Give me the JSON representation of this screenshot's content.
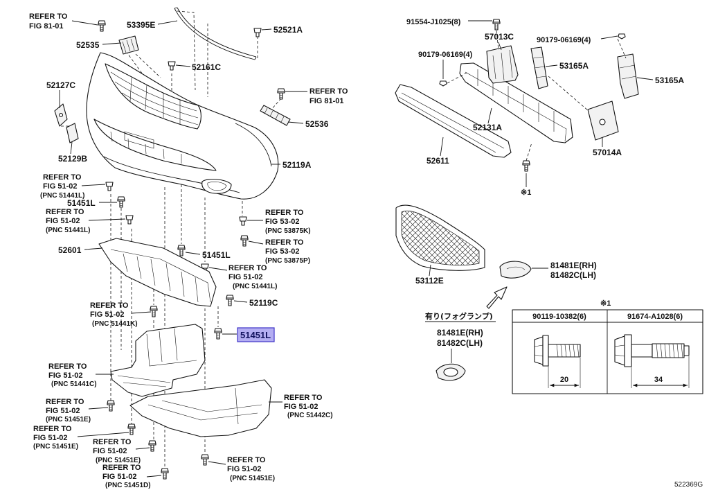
{
  "callouts": {
    "p53395E": "53395E",
    "p52521A": "52521A",
    "p52535": "52535",
    "p52161C": "52161C",
    "p52127C": "52127C",
    "p52536": "52536",
    "p52129B": "52129B",
    "p52119A": "52119A",
    "p51451L_upper": "51451L",
    "p52601": "52601",
    "p51451L_mid": "51451L",
    "p52119C": "52119C",
    "p51451L_selected": "51451L",
    "p91554J1025": "91554-J1025(8)",
    "p57013C": "57013C",
    "p90179_right": "90179-06169(4)",
    "p90179_left": "90179-06169(4)",
    "p53165A_mid": "53165A",
    "p53165A_right": "53165A",
    "p52131A": "52131A",
    "p52611": "52611",
    "p57014A": "57014A",
    "p53112E": "53112E",
    "p81481E": "81481E(RH)",
    "p81482C": "81482C(LH)"
  },
  "refer_notes": {
    "a": [
      "REFER TO",
      "FIG 81-01"
    ],
    "b": [
      "REFER TO",
      "FIG 81-01"
    ],
    "c": [
      "REFER TO",
      "FIG 51-02",
      "(PNC 51441L)"
    ],
    "d": [
      "REFER TO",
      "FIG 51-02",
      "(PNC 51441L)"
    ],
    "e": [
      "REFER TO",
      "FIG 53-02",
      "(PNC 53875K)"
    ],
    "f": [
      "REFER TO",
      "FIG 53-02",
      "(PNC 53875P)"
    ],
    "g": [
      "REFER TO",
      "FIG 51-02",
      "(PNC 51441L)"
    ],
    "h": [
      "REFER TO",
      "FIG 51-02",
      "(PNC 51441K)"
    ],
    "i": [
      "REFER TO",
      "FIG 51-02",
      "(PNC 51441C)"
    ],
    "j": [
      "REFER TO",
      "FIG 51-02",
      "(PNC 51442C)"
    ],
    "k": [
      "REFER TO",
      "FIG 51-02",
      "(PNC 51451E)"
    ],
    "l": [
      "REFER TO",
      "FIG 51-02",
      "(PNC 51451E)"
    ],
    "m": [
      "REFER TO",
      "FIG 51-02",
      "(PNC 51451E)"
    ],
    "n": [
      "REFER TO",
      "FIG 51-02",
      "(PNC 51451D)"
    ],
    "o": [
      "REFER TO",
      "FIG 51-02",
      "(PNC 51451E)"
    ]
  },
  "marks": {
    "bolt_mark": "※1"
  },
  "fog_option": {
    "heading": "有り(フォグランプ)",
    "rh": "81481E(RH)",
    "lh": "81482C(LH)"
  },
  "fastener_table": {
    "mark": "※1",
    "col1": {
      "part": "90119-10382(6)",
      "length": "20"
    },
    "col2": {
      "part": "91674-A1028(6)",
      "length": "34"
    }
  },
  "figure_code": "522369G",
  "colors": {
    "line": "#111111",
    "highlight_fill": "#b4aef2",
    "highlight_border": "#3e33c8",
    "highlight_text": "#12125e"
  }
}
